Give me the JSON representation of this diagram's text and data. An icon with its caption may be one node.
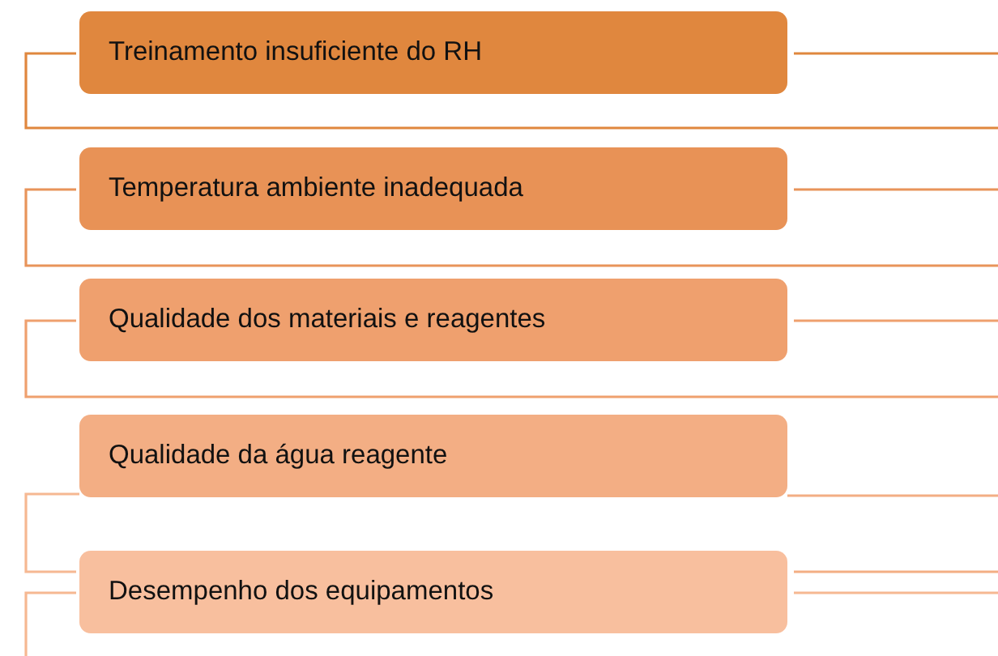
{
  "diagram": {
    "nodes": [
      {
        "text": [
          "Treinamento insuficiente do RH"
        ]
      },
      {
        "text": [
          "Temperatura ambiente inadequada"
        ]
      },
      {
        "text": [
          "Qualidade dos materiais e reagentes"
        ]
      },
      {
        "text": [
          "Qualidade da água reagente"
        ]
      },
      {
        "text": [
          "Desempenho dos equipamentos"
        ]
      }
    ],
    "edges": [
      {
        "from": 3,
        "to": 4,
        "arrow": "none"
      }
    ]
  }
}
